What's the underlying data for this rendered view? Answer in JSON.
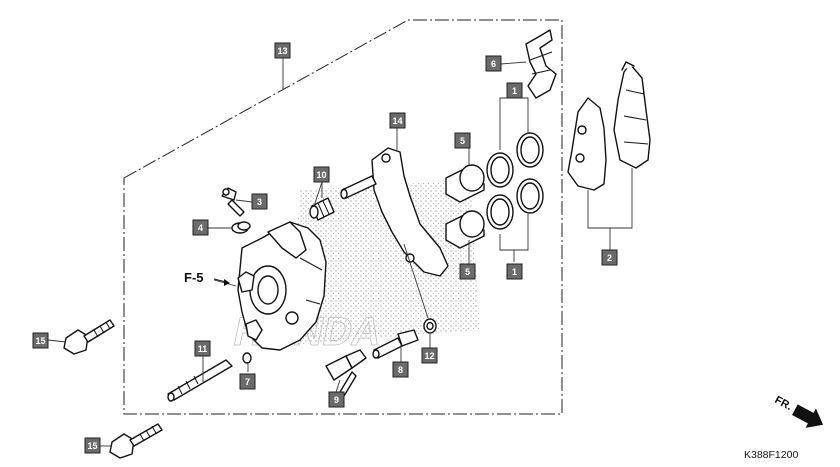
{
  "diagram": {
    "section_ref": "F-5",
    "direction_label": "FR.",
    "figure_code": "K388F1200",
    "watermark_text": "HONDA",
    "callouts": [
      "1",
      "1",
      "2",
      "3",
      "4",
      "5",
      "5",
      "6",
      "7",
      "8",
      "9",
      "10",
      "11",
      "12",
      "13",
      "14",
      "15",
      "15"
    ]
  }
}
